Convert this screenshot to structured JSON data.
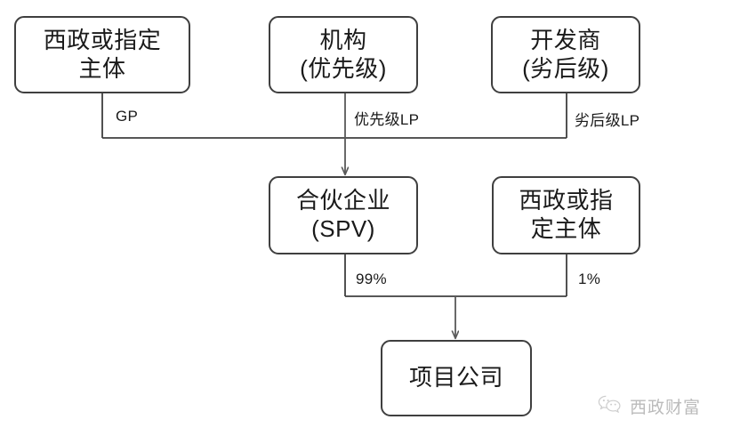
{
  "diagram": {
    "type": "flowchart",
    "title": "",
    "palette": {
      "background": "#ffffff",
      "node_border": "#3f3f3f",
      "node_fill": "#ffffff",
      "text": "#1a1a1a",
      "connector": "#595959",
      "watermark": "#b6b6b6"
    },
    "nodes": [
      {
        "id": "xizheng-top",
        "lines": [
          "西政或指定",
          "主体"
        ],
        "line1": "西政或指定",
        "line2": "主体",
        "row": "top"
      },
      {
        "id": "institution",
        "lines": [
          "机构",
          "(优先级)"
        ],
        "line1": "机构",
        "line2": "(优先级)",
        "row": "top"
      },
      {
        "id": "developer",
        "lines": [
          "开发商",
          "(劣后级)"
        ],
        "line1": "开发商",
        "line2": "(劣后级)",
        "row": "top"
      },
      {
        "id": "spv",
        "lines": [
          "合伙企业",
          "(SPV)"
        ],
        "line1": "合伙企业",
        "line2": "(SPV)",
        "row": "middle"
      },
      {
        "id": "xizheng-mid",
        "lines": [
          "西政或指",
          "定主体"
        ],
        "line1": "西政或指",
        "line2": "定主体",
        "row": "middle"
      },
      {
        "id": "project",
        "lines": [
          "项目公司"
        ],
        "line1": "项目公司",
        "line2": "",
        "row": "bottom"
      }
    ],
    "edges": [
      {
        "id": "gp",
        "from": "xizheng-top",
        "to": "spv",
        "label": "GP"
      },
      {
        "id": "priority-lp",
        "from": "institution",
        "to": "spv",
        "label": "优先级LP"
      },
      {
        "id": "sub-lp",
        "from": "developer",
        "to": "spv",
        "label": "劣后级LP"
      },
      {
        "id": "spv-equity",
        "from": "spv",
        "to": "project",
        "label": "99%"
      },
      {
        "id": "xz-equity",
        "from": "xizheng-mid",
        "to": "project",
        "label": "1%"
      }
    ]
  },
  "watermark": {
    "text": "西政财富",
    "icon": "wechat-icon"
  }
}
